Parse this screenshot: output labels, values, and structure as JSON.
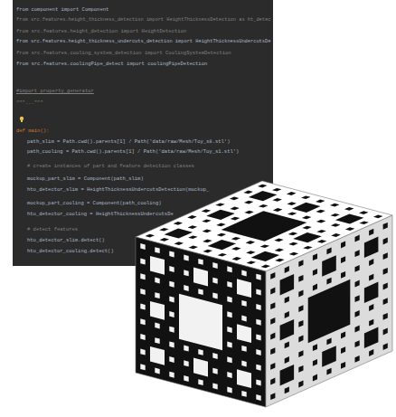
{
  "diagram": {
    "labels": [
      "from component import Component",
      "from src.features.height_thickness_detection import HeightThicknessDetection as ht_detec",
      "from src.features.height_detection import HeightDetection",
      "from src.features.height_thickness_undercuts_detection import HeightThicknessUndercutsDe",
      "from src.features.cooling_system_detection import CoolingSystemDetection",
      "from src.features.coolingPipe_detect import coolingPipeDetection",
      "#import property_generator",
      "\"\"\"...\"\"\"",
      "def main():",
      "path_slim = Path.cwd().parents[1] / Path('data/raw/Mesh/Toy_s8.stl')",
      "path_cooling = Path.cwd().parents[1] / Path('data/raw/Mesh/Toy_s1.stl')",
      "# create instances of part and feature detection classes",
      "mockup_part_slim = Component(path_slim)",
      "htu_detector_slim = HeightThicknessUndercutsDetection(mockup_",
      "mockup_part_cooling = Component(path_cooling)",
      "htu_detector_cooling = HeightThicknessUndercutsDe",
      "# detect features",
      "htu_detector_slim.detect()",
      "htu_detector_cooling.detect()"
    ]
  }
}
